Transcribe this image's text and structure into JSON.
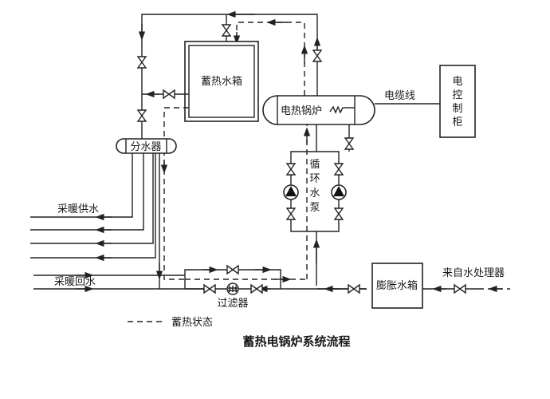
{
  "title": "蓄热电锅炉系统流程",
  "components": {
    "storage_tank": "蓄热水箱",
    "boiler": "电热锅炉",
    "control_cabinet": [
      "电",
      "控",
      "制",
      "柜"
    ],
    "cable": "电缆线",
    "distributor": "分水器",
    "pumps": [
      "循",
      "环",
      "水",
      "泵"
    ],
    "filter": "过滤器",
    "expansion_tank": "膨胀水箱",
    "water_treatment": "来自水处理器",
    "heating_supply": "采暖供水",
    "heating_return": "采暖回水"
  },
  "legend": {
    "dashed": "蓄热状态"
  }
}
